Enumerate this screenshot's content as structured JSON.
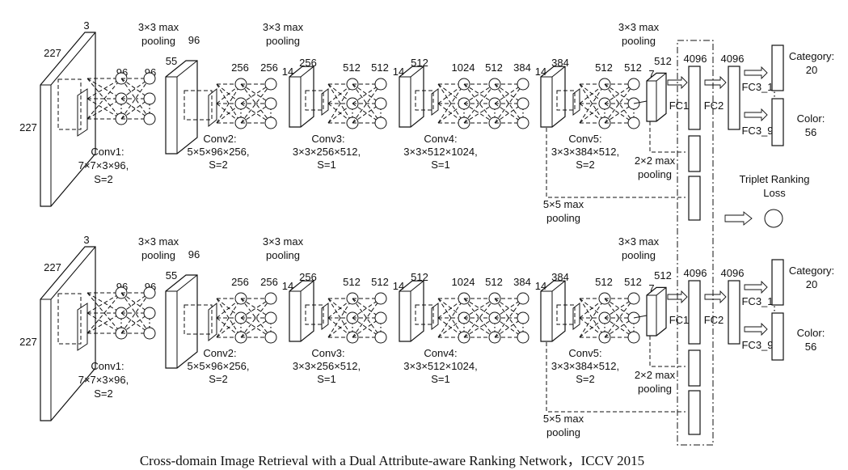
{
  "streams": [
    {
      "conv1": {
        "depth": "3",
        "height": "227",
        "width": "227",
        "name": "Conv1:",
        "spec": "7×7×3×96,",
        "stride": "S=2"
      },
      "fc_a": "96",
      "fc_b": "96",
      "pool1": "3×3 max\npooling",
      "conv2": {
        "depth": "96",
        "size": "55",
        "name": "Conv2:",
        "spec": "5×5×96×256,",
        "stride": "S=2"
      },
      "c2a": "256",
      "c2b": "256",
      "pool2": "3×3 max\npooling",
      "conv3": {
        "size": "14",
        "depth": "256",
        "name": "Conv3:",
        "spec": "3×3×256×512,",
        "stride": "S=1"
      },
      "c3a": "512",
      "c3b": "512",
      "conv4": {
        "size": "14",
        "depth": "512",
        "name": "Conv4:",
        "spec": "3×3×512×1024,",
        "stride": "S=1"
      },
      "c4a": "1024",
      "c4b": "512",
      "c4c": "384",
      "conv5": {
        "size": "14",
        "depth": "384",
        "name": "Conv5:",
        "spec": "3×3×384×512,",
        "stride": "S=2"
      },
      "c5a": "512",
      "c5b": "512",
      "c5c": "7",
      "pool5": "3×3 max\npooling",
      "pool_out": "512",
      "fc1_num": "4096",
      "fc1": "FC1",
      "fc2_num": "4096",
      "fc2": "FC2",
      "fc3_1": "FC3_1",
      "dots": "⋮",
      "fc3_9": "FC3_9",
      "category": "Category:\n20",
      "color": "Color:\n56",
      "pool2x2": "2×2 max\npooling",
      "pool5x5": "5×5 max\npooling"
    },
    {
      "conv1": {
        "depth": "3",
        "height": "227",
        "width": "227",
        "name": "Conv1:",
        "spec": "7×7×3×96,",
        "stride": "S=2"
      },
      "fc_a": "96",
      "fc_b": "96",
      "pool1": "3×3 max\npooling",
      "conv2": {
        "depth": "96",
        "size": "55",
        "name": "Conv2:",
        "spec": "5×5×96×256,",
        "stride": "S=2"
      },
      "c2a": "256",
      "c2b": "256",
      "pool2": "3×3 max\npooling",
      "conv3": {
        "size": "14",
        "depth": "256",
        "name": "Conv3:",
        "spec": "3×3×256×512,",
        "stride": "S=1"
      },
      "c3a": "512",
      "c3b": "512",
      "conv4": {
        "size": "14",
        "depth": "512",
        "name": "Conv4:",
        "spec": "3×3×512×1024,",
        "stride": "S=1"
      },
      "c4a": "1024",
      "c4b": "512",
      "c4c": "384",
      "conv5": {
        "size": "14",
        "depth": "384",
        "name": "Conv5:",
        "spec": "3×3×384×512,",
        "stride": "S=2"
      },
      "c5a": "512",
      "c5b": "512",
      "c5c": "7",
      "pool5": "3×3 max\npooling",
      "pool_out": "512",
      "fc1_num": "4096",
      "fc1": "FC1",
      "fc2_num": "4096",
      "fc2": "FC2",
      "fc3_1": "FC3_1",
      "dots": "⋮",
      "fc3_9": "FC3_9",
      "category": "Category:\n20",
      "color": "Color:\n56",
      "pool2x2": "2×2 max\npooling",
      "pool5x5": "5×5 max\npooling"
    }
  ],
  "loss": "Triplet Ranking\nLoss",
  "caption": "Cross-domain Image Retrieval with a Dual Attribute-aware Ranking Network，ICCV 2015"
}
